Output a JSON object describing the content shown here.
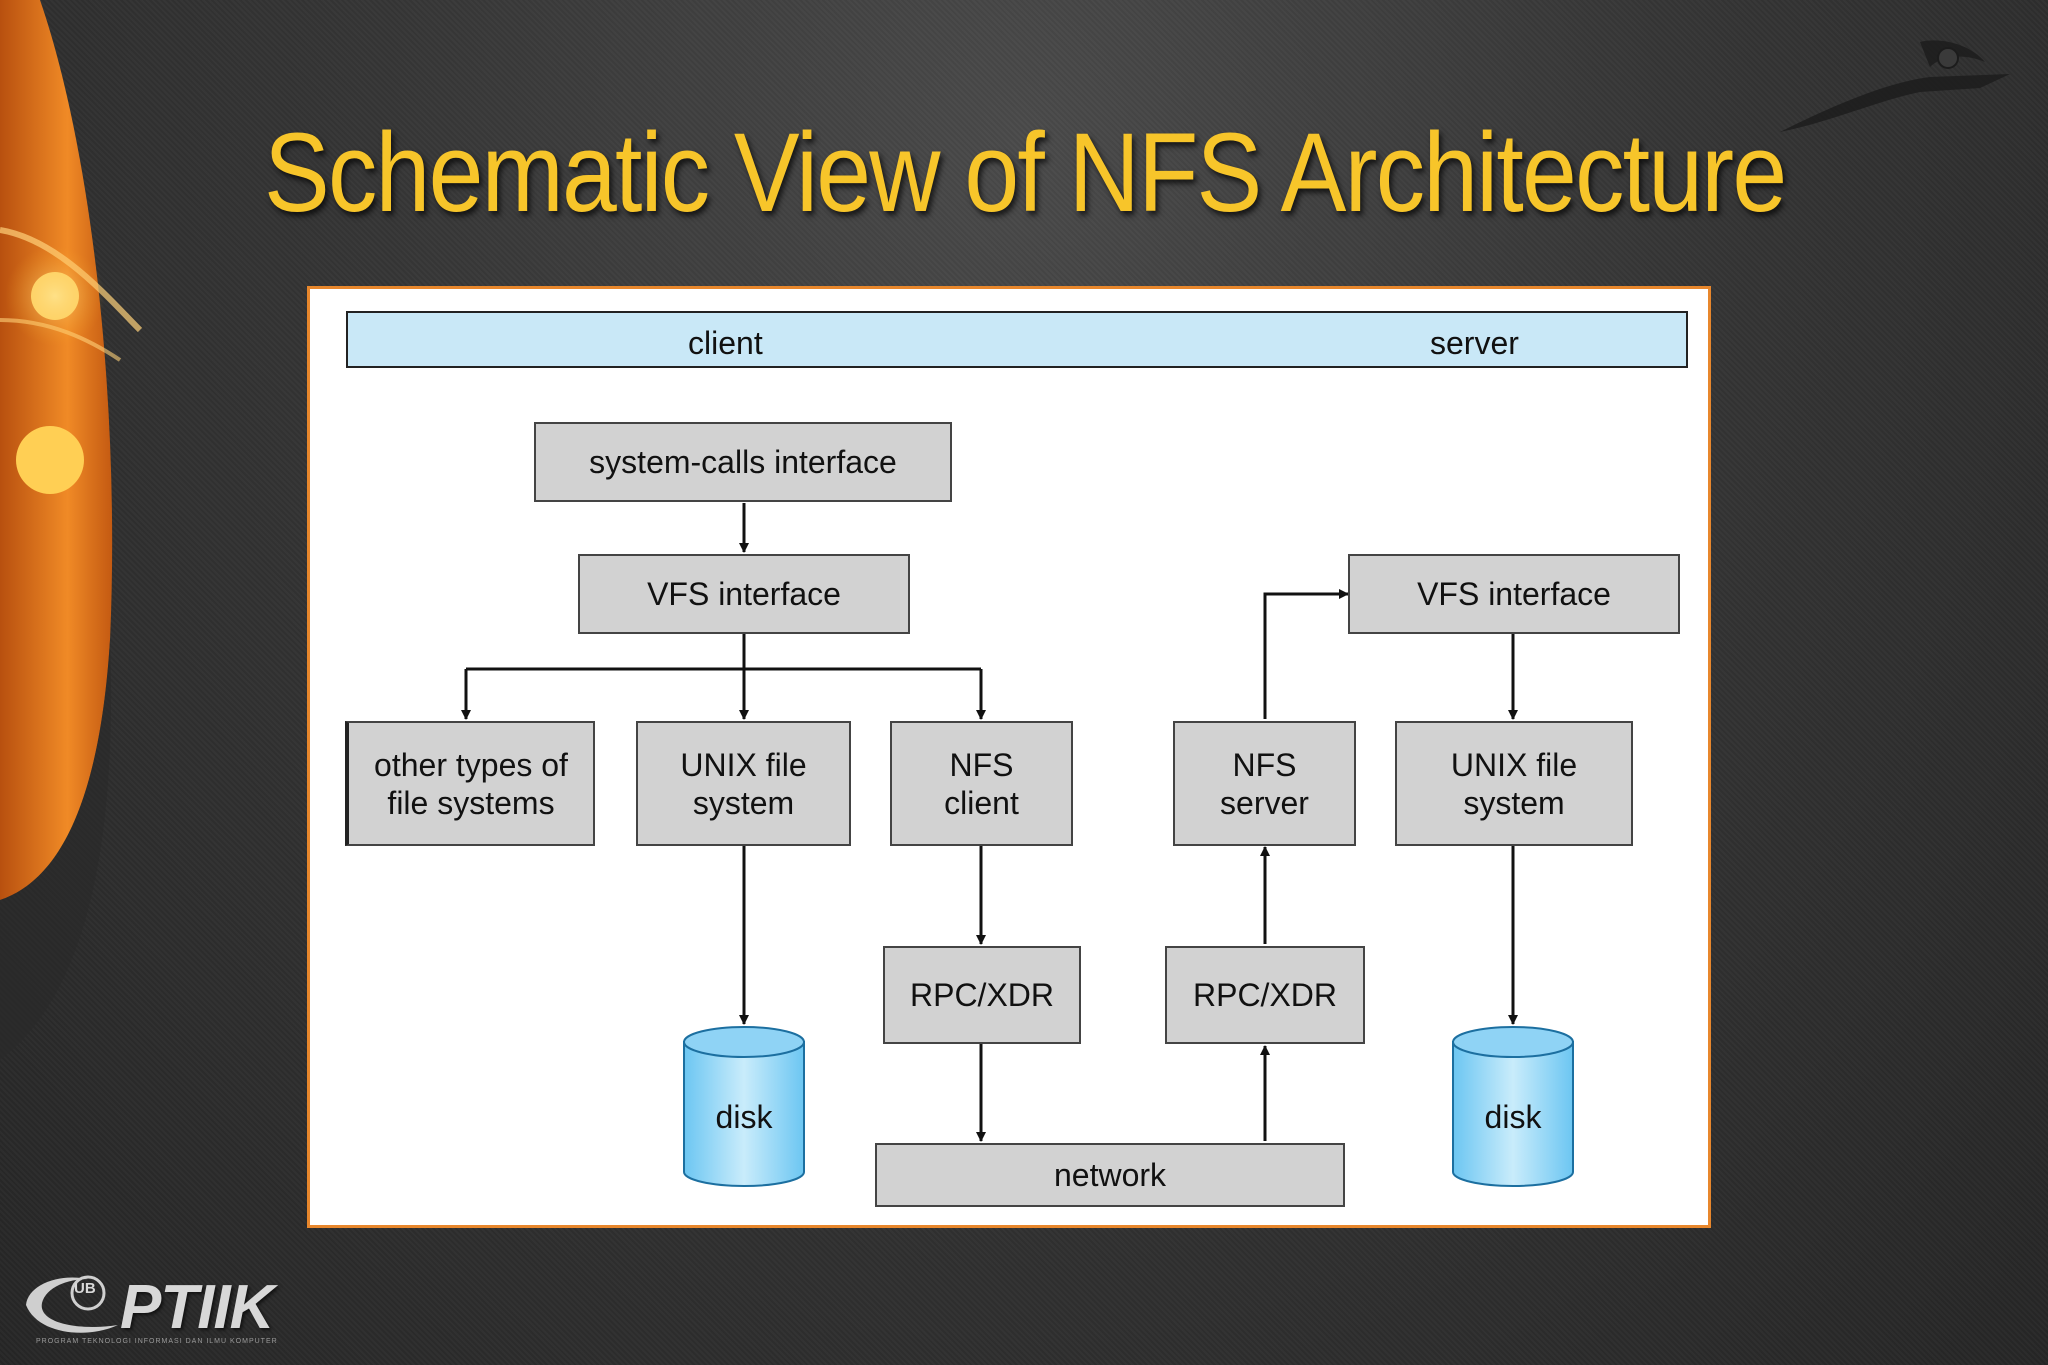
{
  "slide": {
    "title": "Schematic View of NFS Architecture"
  },
  "band": {
    "client": "client",
    "server": "server"
  },
  "boxes": {
    "syscalls": "system-calls interface",
    "vfs_client": "VFS interface",
    "other_fs_line1": "other types of",
    "other_fs_line2": "file systems",
    "unix_client_line1": "UNIX file",
    "unix_client_line2": "system",
    "nfs_client_line1": "NFS",
    "nfs_client_line2": "client",
    "rpc_client": "RPC/XDR",
    "network": "network",
    "rpc_server": "RPC/XDR",
    "nfs_server_line1": "NFS",
    "nfs_server_line2": "server",
    "vfs_server": "VFS interface",
    "unix_server_line1": "UNIX file",
    "unix_server_line2": "system",
    "disk_client": "disk",
    "disk_server": "disk"
  },
  "logos": {
    "ptiik": "PTIIK",
    "ub": "UB",
    "ptiik_tagline": "PROGRAM TEKNOLOGI INFORMASI DAN ILMU KOMPUTER"
  },
  "colors": {
    "title": "#f7c52a",
    "band": "#c9e8f7",
    "box": "#d2d2d2",
    "disk": "#8fd3f5",
    "frame": "#e8872c"
  }
}
